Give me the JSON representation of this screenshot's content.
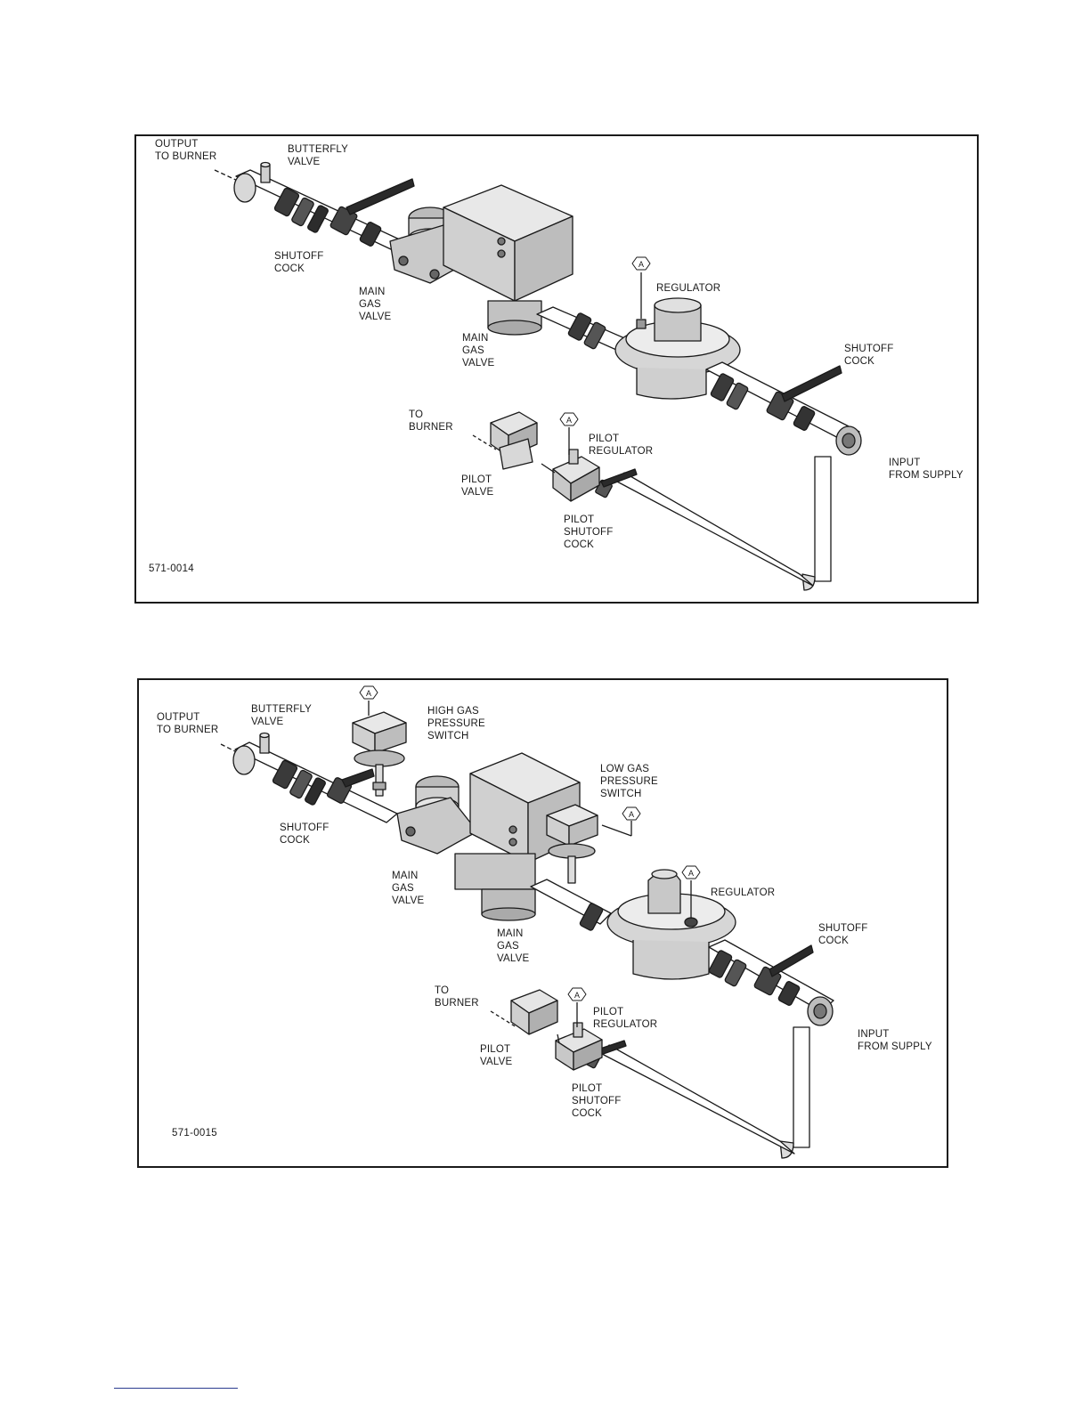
{
  "figures": [
    {
      "id": "571-0014",
      "labels": {
        "output_to_burner": [
          "OUTPUT",
          "TO BURNER"
        ],
        "butterfly_valve": [
          "BUTTERFLY",
          "VALVE"
        ],
        "shutoff_cock_left": [
          "SHUTOFF",
          "COCK"
        ],
        "main_gas_valve_1": [
          "MAIN",
          "GAS",
          "VALVE"
        ],
        "main_gas_valve_2": [
          "MAIN",
          "GAS",
          "VALVE"
        ],
        "regulator": [
          "REGULATOR"
        ],
        "shutoff_cock_right": [
          "SHUTOFF",
          "COCK"
        ],
        "to_burner": [
          "TO",
          "BURNER"
        ],
        "pilot_regulator": [
          "PILOT",
          "REGULATOR"
        ],
        "input_from_supply": [
          "INPUT",
          "FROM SUPPLY"
        ],
        "pilot_valve": [
          "PILOT",
          "VALVE"
        ],
        "pilot_shutoff_cock": [
          "PILOT",
          "SHUTOFF",
          "COCK"
        ]
      },
      "callout_letter": "A"
    },
    {
      "id": "571-0015",
      "labels": {
        "output_to_burner": [
          "OUTPUT",
          "TO BURNER"
        ],
        "butterfly_valve": [
          "BUTTERFLY",
          "VALVE"
        ],
        "high_gas_pressure_switch": [
          "HIGH GAS",
          "PRESSURE",
          "SWITCH"
        ],
        "low_gas_pressure_switch": [
          "LOW GAS",
          "PRESSURE",
          "SWITCH"
        ],
        "shutoff_cock_left": [
          "SHUTOFF",
          "COCK"
        ],
        "main_gas_valve_1": [
          "MAIN",
          "GAS",
          "VALVE"
        ],
        "regulator": [
          "REGULATOR"
        ],
        "main_gas_valve_2": [
          "MAIN",
          "GAS",
          "VALVE"
        ],
        "shutoff_cock_right": [
          "SHUTOFF",
          "COCK"
        ],
        "to_burner": [
          "TO",
          "BURNER"
        ],
        "pilot_regulator": [
          "PILOT",
          "REGULATOR"
        ],
        "input_from_supply": [
          "INPUT",
          "FROM SUPPLY"
        ],
        "pilot_valve": [
          "PILOT",
          "VALVE"
        ],
        "pilot_shutoff_cock": [
          "PILOT",
          "SHUTOFF",
          "COCK"
        ]
      },
      "callout_letter": "A"
    }
  ]
}
